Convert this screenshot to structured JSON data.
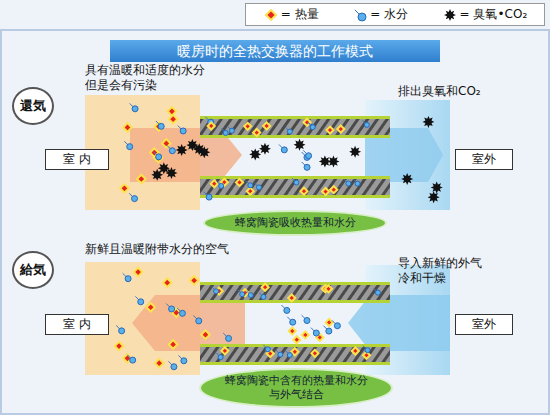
{
  "diagram": {
    "title": "暖房时的全热交换器的工作模式",
    "nodes": [
      {
        "text": [
          "還気"
        ]
      },
      {
        "text": [
          "室 内"
        ]
      },
      {
        "text": [
          "室外"
        ]
      },
      {
        "text": [
          "蜂窝陶瓷吸收热量和水分"
        ]
      },
      {
        "text": [
          "給気"
        ]
      },
      {
        "text": [
          "室 内"
        ]
      },
      {
        "text": [
          "室外"
        ]
      },
      {
        "text": [
          "蜂窝陶瓷中含有的热量和水分 与外气结合"
        ]
      }
    ],
    "labels": [
      "具有温暖和适度的水分 但是会有污染",
      "排出臭氧和CO₂",
      "新鲜且温暖附带水分的空气",
      "导入新鲜的外气 冷和干燥"
    ],
    "legend": [
      {
        "text": "= 热量"
      },
      {
        "text": "= 水分"
      },
      {
        "text": "= 臭氧•CO₂"
      }
    ]
  }
}
